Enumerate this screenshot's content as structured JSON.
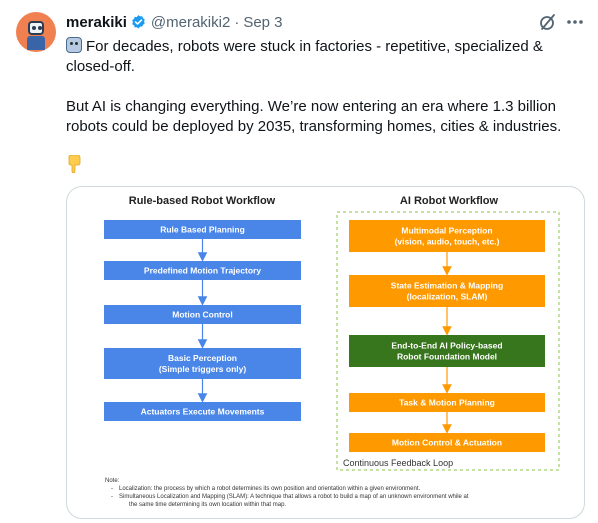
{
  "author": {
    "name": "merakiki",
    "handle": "@merakiki2",
    "separator": "·",
    "date": "Sep 3"
  },
  "tweet": {
    "line1": "For decades, robots were stuck in factories - repetitive, specialized & closed-off.",
    "line2": "But AI is changing everything. We’re now entering an era where 1.3 billion robots could be deployed by 2035, transforming homes, cities & industries."
  },
  "icons": {
    "avatar": "robot-avatar",
    "verified": "verified-badge-icon",
    "grok": "grok-icon",
    "more": "more-icon",
    "robot_emoji": "robot-face-emoji",
    "pointing_emoji": "pointing-down-emoji"
  },
  "colors": {
    "blue_box": "#4a86e8",
    "orange_box": "#ff9900",
    "green_box": "#38761d",
    "feedback_border": "#8bc34a",
    "verified": "#1d9bf0"
  },
  "diagram": {
    "left": {
      "title": "Rule-based Robot Workflow",
      "steps": [
        {
          "lines": [
            "Rule Based Planning"
          ]
        },
        {
          "lines": [
            "Predefined Motion Trajectory"
          ]
        },
        {
          "lines": [
            "Motion Control"
          ]
        },
        {
          "lines": [
            "Basic Perception",
            "(Simple triggers only)"
          ]
        },
        {
          "lines": [
            "Actuators Execute Movements"
          ]
        }
      ]
    },
    "right": {
      "title": "AI Robot Workflow",
      "steps": [
        {
          "lines": [
            "Multimodal Perception",
            "(vision, audio, touch, etc.)"
          ],
          "color": "orange"
        },
        {
          "lines": [
            "State Estimation & Mapping",
            "(localization, SLAM)"
          ],
          "color": "orange"
        },
        {
          "lines": [
            "End-to-End AI Policy-based",
            "Robot Foundation Model"
          ],
          "color": "green"
        },
        {
          "lines": [
            "Task & Motion Planning"
          ],
          "color": "orange"
        },
        {
          "lines": [
            "Motion Control & Actuation"
          ],
          "color": "orange"
        }
      ],
      "feedback_label": "Continuous Feedback Loop"
    },
    "note": {
      "label": "Note:",
      "items": [
        "Localization: the process by which a robot determines its own position and orientation within a given environment.",
        "Simultaneous Localization and Mapping (SLAM): A technique that allows a robot to build a map of an unknown environment while at",
        "the same time determining its own location within that map."
      ]
    }
  }
}
